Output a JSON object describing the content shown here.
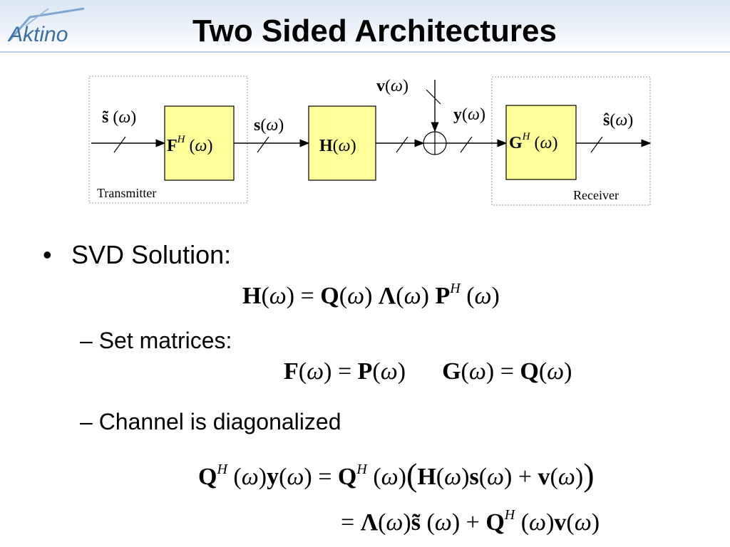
{
  "slide": {
    "title": "Two Sided Architectures",
    "logo_text": "Aktino"
  },
  "diagram": {
    "noise_label": "v(ω)",
    "input_label": "s̃ (ω)",
    "tx_block": "F^H (ω)",
    "tx_out_label": "s(ω)",
    "channel_block": "H(ω)",
    "rx_in_label": "y(ω)",
    "rx_block": "G^H (ω)",
    "output_label": "ŝ(ω)",
    "transmitter_label": "Transmitter",
    "receiver_label": "Receiver"
  },
  "content": {
    "bullet": "SVD Solution:",
    "sub1": "– Set matrices:",
    "sub2": "– Channel is diagonalized"
  },
  "colors": {
    "block_fill": "#ffff99",
    "header_blue": "#dbe7f3",
    "logo_blue": "#3a6ea5"
  }
}
